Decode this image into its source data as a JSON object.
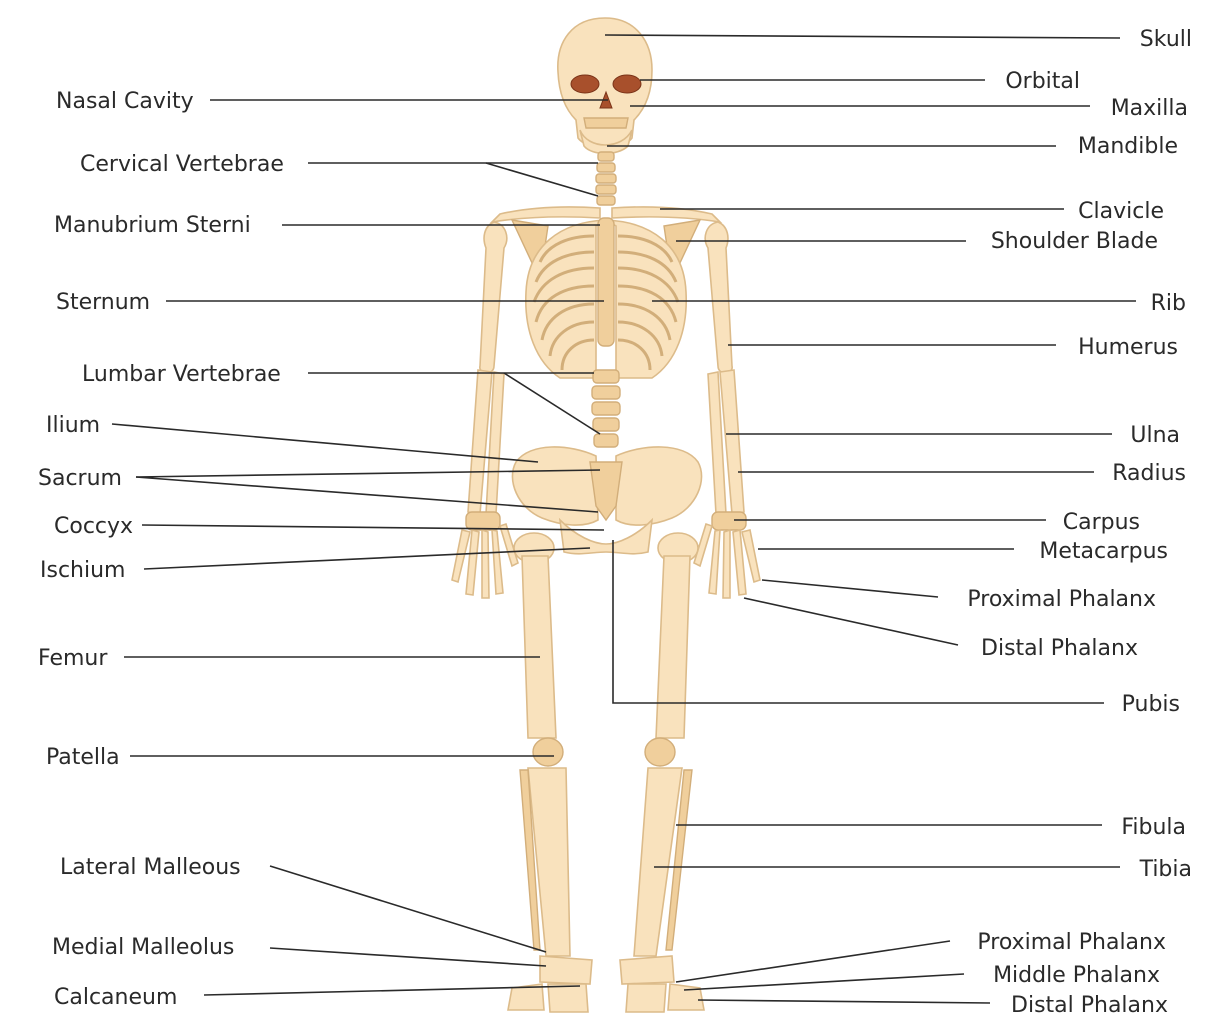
{
  "labels_left": {
    "nasal_cavity": "Nasal Cavity",
    "cervical_vertebrae": "Cervical Vertebrae",
    "manubrium_sterni": "Manubrium Sterni",
    "sternum": "Sternum",
    "lumbar_vertebrae": "Lumbar Vertebrae",
    "ilium": "Ilium",
    "sacrum": "Sacrum",
    "coccyx": "Coccyx",
    "ischium": "Ischium",
    "femur": "Femur",
    "patella": "Patella",
    "lateral_malleous": "Lateral Malleous",
    "medial_malleolus": "Medial Malleolus",
    "calcaneum": "Calcaneum"
  },
  "labels_right": {
    "skull": "Skull",
    "orbital": "Orbital",
    "maxilla": "Maxilla",
    "mandible": "Mandible",
    "clavicle": "Clavicle",
    "shoulder_blade": "Shoulder Blade",
    "rib": "Rib",
    "humerus": "Humerus",
    "ulna": "Ulna",
    "radius": "Radius",
    "carpus": "Carpus",
    "metacarpus": "Metacarpus",
    "proximal_phalanx_hand": "Proximal Phalanx",
    "distal_phalanx_hand": "Distal Phalanx",
    "pubis": "Pubis",
    "fibula": "Fibula",
    "tibia": "Tibia",
    "proximal_phalanx_foot": "Proximal Phalanx",
    "middle_phalanx_foot": "Middle Phalanx",
    "distal_phalanx_foot": "Distal Phalanx"
  },
  "colors": {
    "bone": "#f9e2bd",
    "bone_outline": "#dcbb8a",
    "orbit": "#a8502c",
    "line": "#2a2a2a"
  }
}
